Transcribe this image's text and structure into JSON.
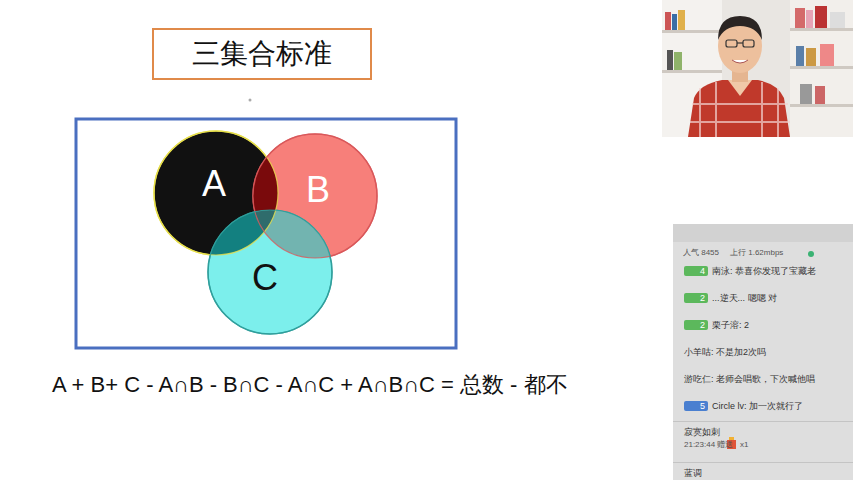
{
  "diagram": {
    "nodes": [
      {
        "text": [
          "三集合标准"
        ]
      },
      {
        "text": [
          "A"
        ]
      },
      {
        "text": [
          "B"
        ]
      },
      {
        "text": [
          "C"
        ]
      }
    ],
    "labels": [
      "A + B+ C - A∩B - B∩C - A∩C + A∩B∩C = 总数 - 都不",
      "人气 8455",
      "上行 1.62mbps",
      "4",
      "南泳: 恭喜你发现了宝藏老",
      "2",
      "...逆天... 嗯嗯 对",
      "2",
      "栗子溶: 2",
      "小羊咕: 不是加2次吗",
      "游吃仁: 老师会唱歌，下次喊他唱",
      "5",
      "Circle lv: 加一次就行了",
      "寂寞如刺",
      "21:23:44 赠送",
      "x1",
      "蓝调"
    ]
  }
}
